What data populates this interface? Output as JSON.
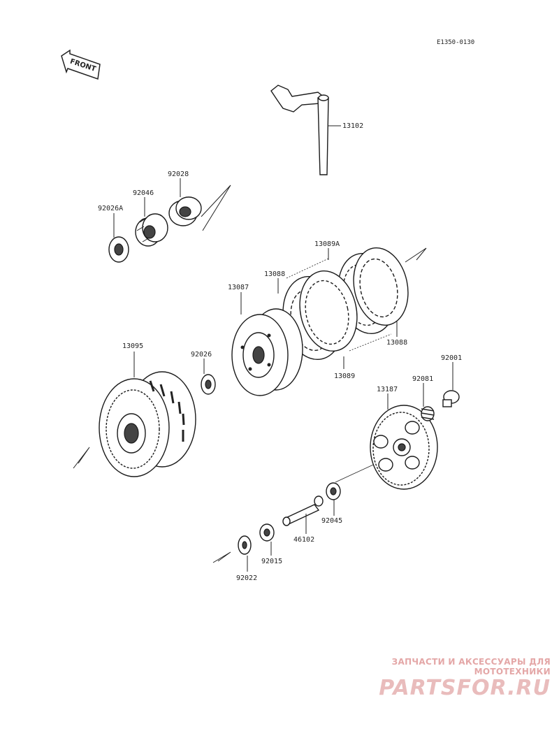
{
  "diagram_code": "E1350-0130",
  "front_arrow_label": "FRONT",
  "callouts": {
    "p13102": "13102",
    "p92028": "92028",
    "p92046": "92046",
    "p92026A": "92026A",
    "p13089A": "13089A",
    "p13088_top": "13088",
    "p13087": "13087",
    "p13088_right": "13088",
    "p13089": "13089",
    "p13095": "13095",
    "p92026": "92026",
    "p92001": "92001",
    "p92081": "92081",
    "p13187": "13187",
    "p92045": "92045",
    "p46102": "46102",
    "p92015": "92015",
    "p92022": "92022"
  },
  "watermark": {
    "tagline": "ЗАПЧАСТИ И АКСЕССУАРЫ ДЛЯ МОТОТЕХНИКИ",
    "brand": "PARTSFOR.RU"
  }
}
